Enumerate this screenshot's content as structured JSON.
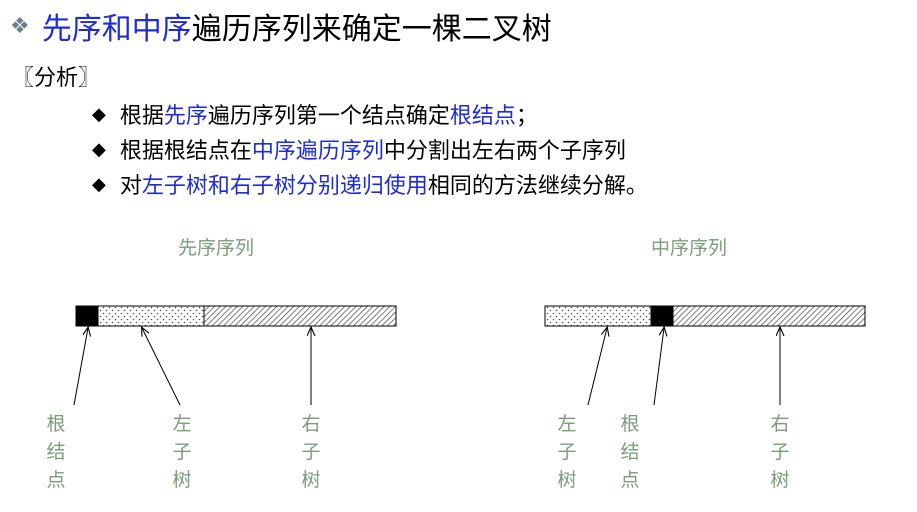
{
  "title": {
    "icon": "diamond-cluster-icon",
    "part1": "先序和中序",
    "part2": "遍历序列来确定一棵二叉树"
  },
  "analysis_label": "〖分析〗",
  "bullets": [
    {
      "icon": "diamond-bullet-icon",
      "p1": "根据",
      "p2": "先序",
      "p3": "遍历序列第一个结点确定",
      "p4": "根结点",
      "p5": "；"
    },
    {
      "icon": "diamond-bullet-icon",
      "p1": "根据根结点在",
      "p2": "中序遍历序列",
      "p3": "中分割出左右两个子序列"
    },
    {
      "icon": "diamond-bullet-icon",
      "p1": "对",
      "p2": "左子树和右子树分别递归使用",
      "p3": "相同的方法继续分解。"
    }
  ],
  "preorder": {
    "label": "先序序列",
    "parts": [
      "根",
      "左",
      "右"
    ],
    "labels": [
      {
        "c1": "根",
        "c2": "结",
        "c3": "点"
      },
      {
        "c1": "左",
        "c2": "子",
        "c3": "树"
      },
      {
        "c1": "右",
        "c2": "子",
        "c3": "树"
      }
    ]
  },
  "inorder": {
    "label": "中序序列",
    "parts": [
      "左",
      "根",
      "右"
    ],
    "labels": [
      {
        "c1": "左",
        "c2": "子",
        "c3": "树"
      },
      {
        "c1": "根",
        "c2": "结",
        "c3": "点"
      },
      {
        "c1": "右",
        "c2": "子",
        "c3": "树"
      }
    ]
  },
  "colors": {
    "title_blue": "#1f2bd6",
    "label_green": "#7a9d7a",
    "root_fill": "#000000"
  }
}
